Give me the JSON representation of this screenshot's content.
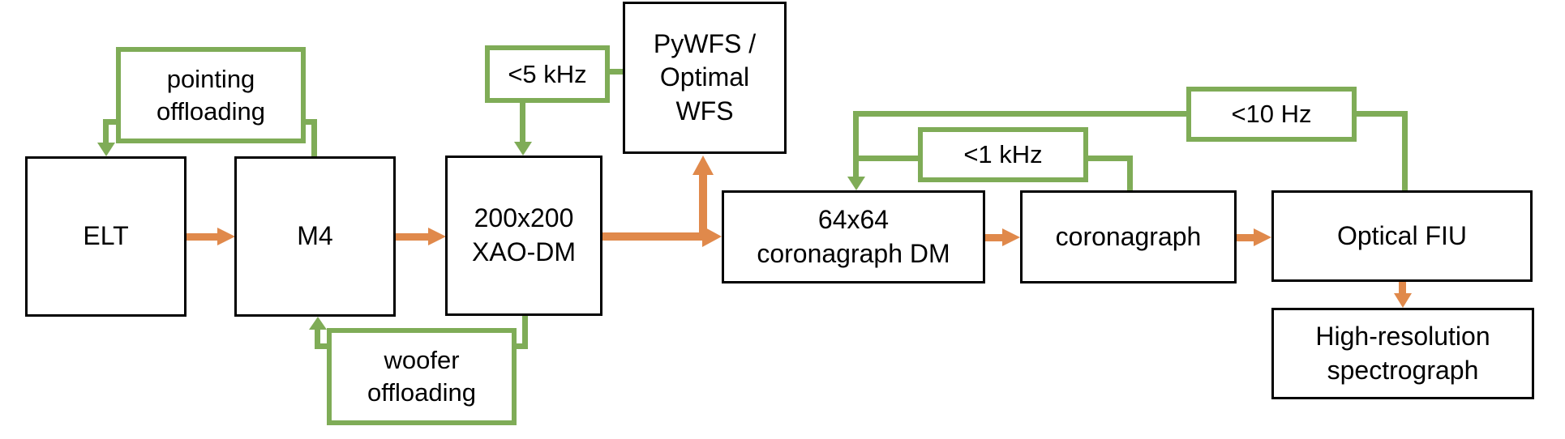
{
  "colors": {
    "green": "#7fac57",
    "orange": "#e0894b",
    "box_border": "#000000",
    "background": "#ffffff",
    "text": "#000000"
  },
  "boxes": {
    "elt": {
      "line1": "ELT"
    },
    "m4": {
      "line1": "M4"
    },
    "xao_dm": {
      "line1": "200x200",
      "line2": "XAO-DM"
    },
    "pywfs": {
      "line1": "PyWFS /",
      "line2": "Optimal",
      "line3": "WFS"
    },
    "coronagraph_dm": {
      "line1": "64x64",
      "line2": "coronagraph DM"
    },
    "coronagraph": {
      "line1": "coronagraph"
    },
    "optical_fiu": {
      "line1": "Optical FIU"
    },
    "spectrograph": {
      "line1": "High-resolution",
      "line2": "spectrograph"
    }
  },
  "control_labels": {
    "pointing_offloading": {
      "line1": "pointing",
      "line2": "offloading"
    },
    "khz5": {
      "line1": "<5 kHz"
    },
    "woofer_offloading": {
      "line1": "woofer",
      "line2": "offloading"
    },
    "khz1": {
      "line1": "<1 kHz"
    },
    "hz10": {
      "line1": "<10 Hz"
    }
  }
}
